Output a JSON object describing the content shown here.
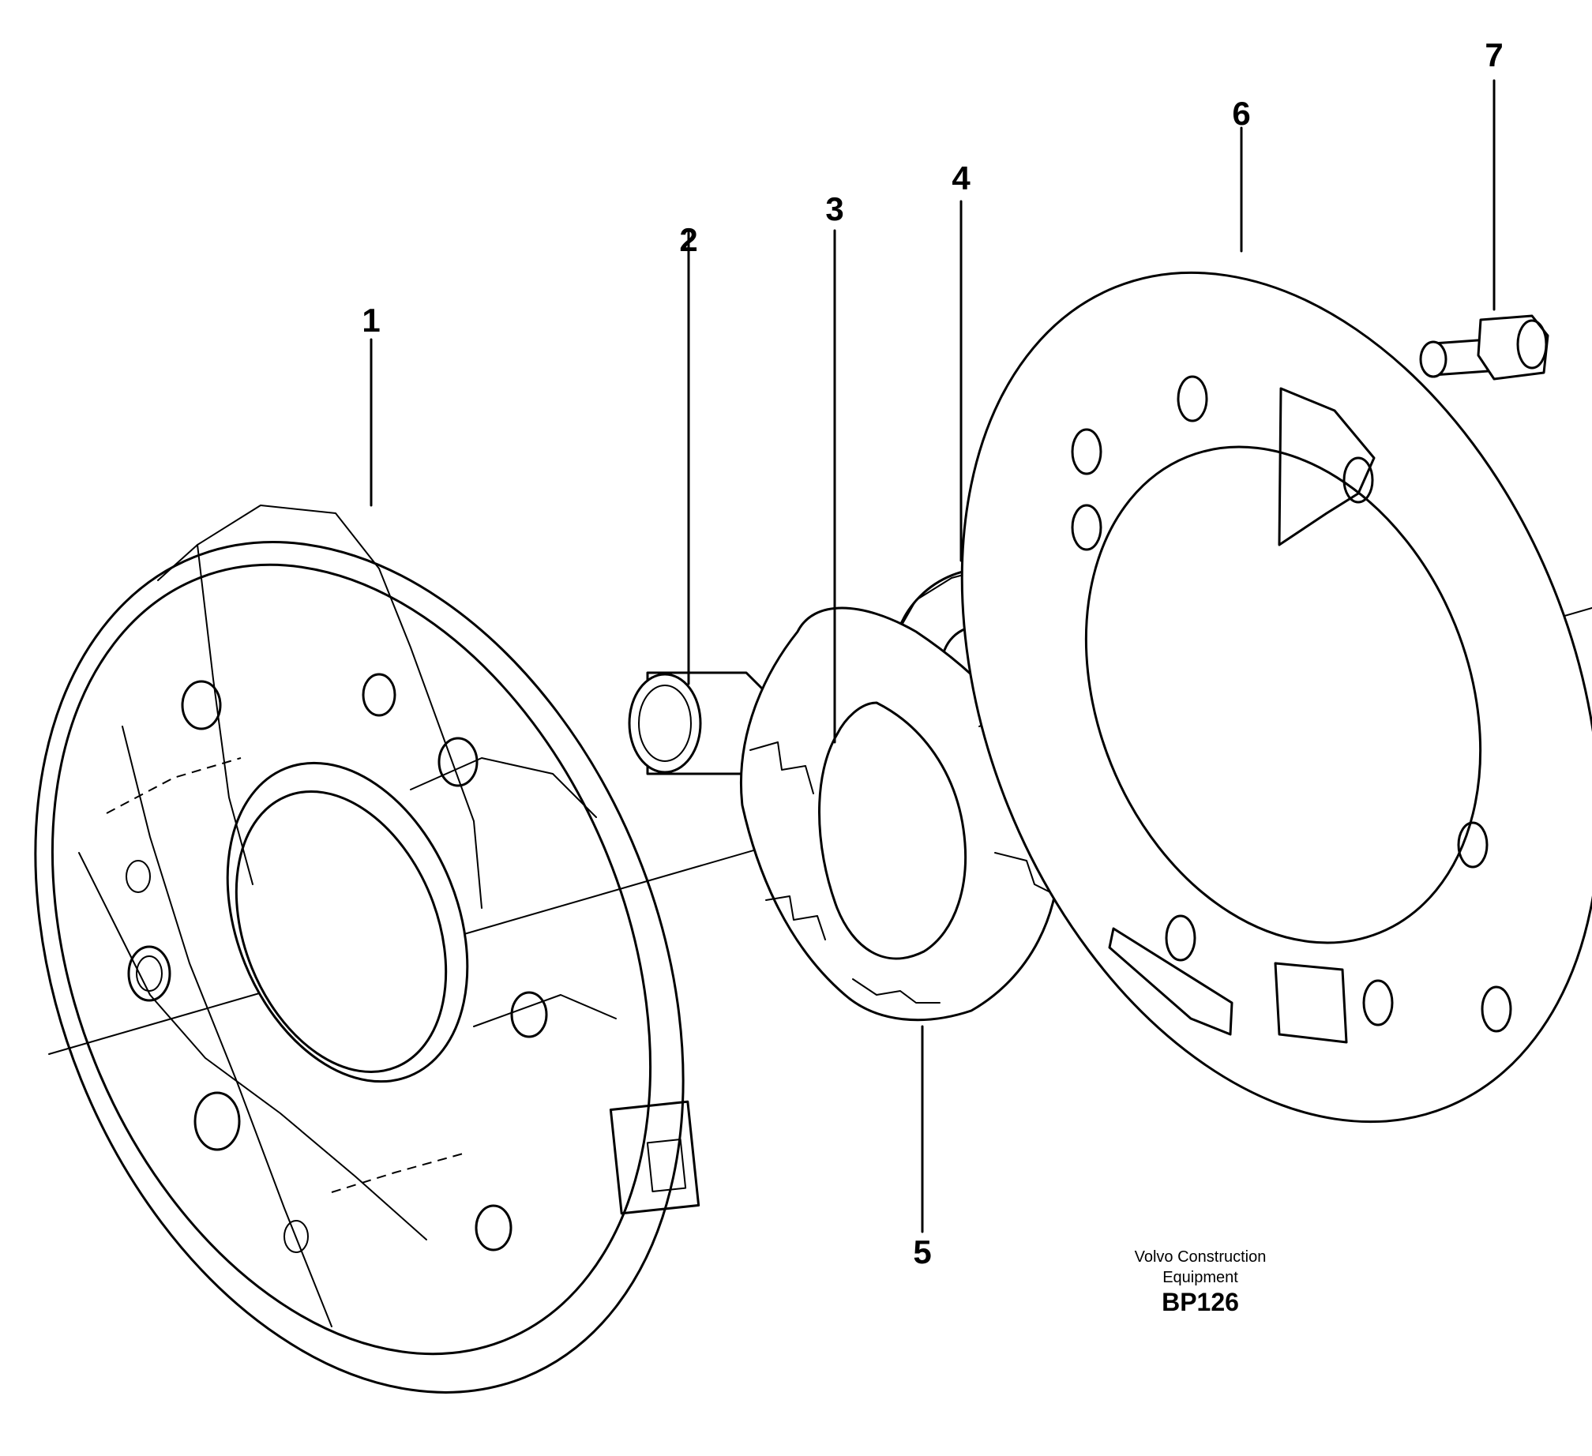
{
  "callouts": {
    "c1": "1",
    "c2": "2",
    "c3": "3",
    "c4": "4",
    "c5": "5",
    "c6": "6",
    "c7": "7"
  },
  "caption": {
    "line1": "Volvo Construction",
    "line2": "Equipment",
    "code": "BP126"
  }
}
